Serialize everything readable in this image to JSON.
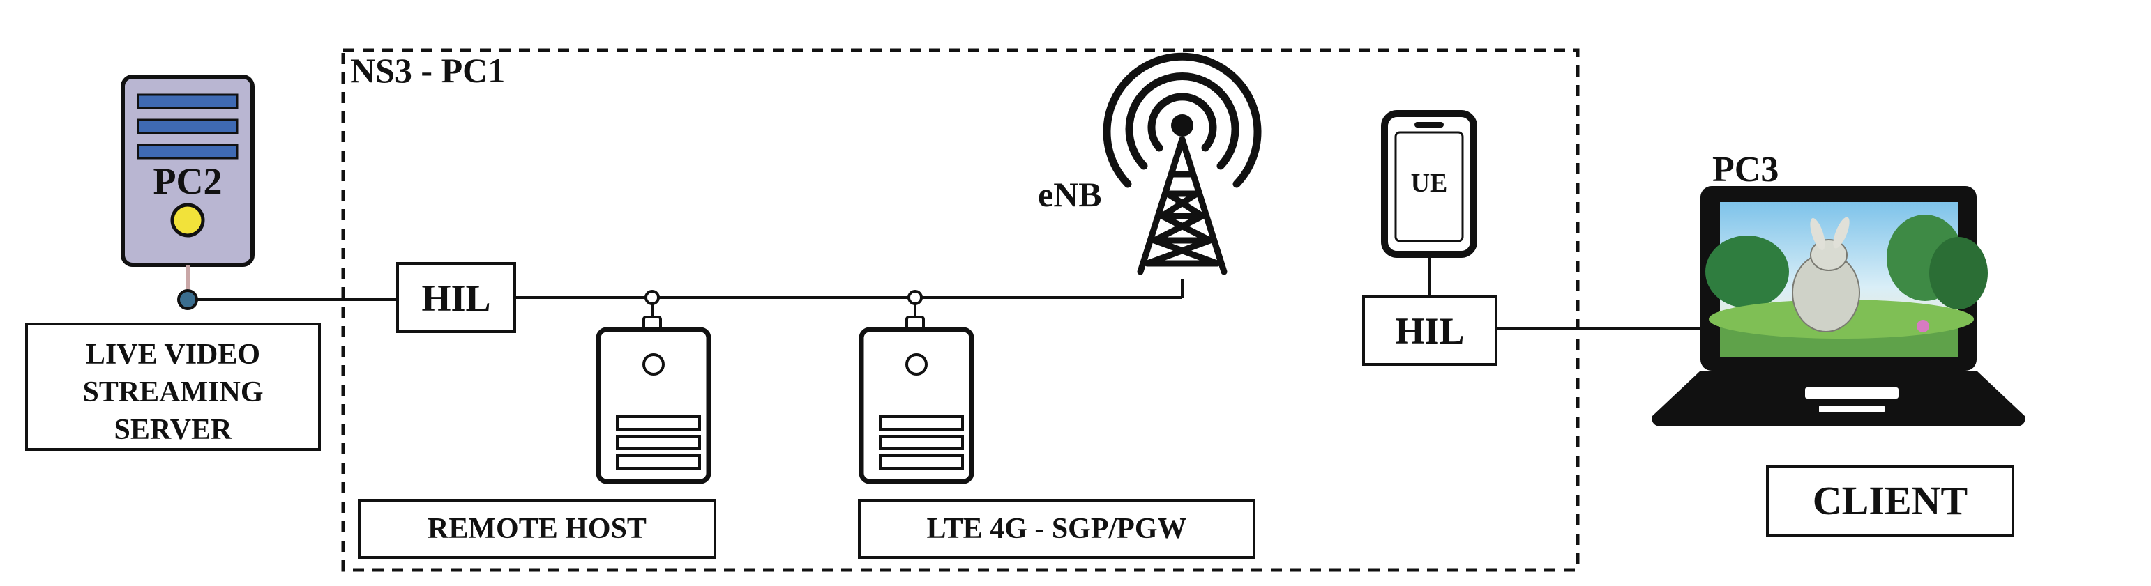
{
  "region": {
    "label": "NS3 - PC1"
  },
  "pc2": {
    "label": "PC2"
  },
  "server_box": {
    "line1": "LIVE VIDEO",
    "line2": "STREAMING",
    "line3": "SERVER"
  },
  "hil_left": {
    "label": "HIL"
  },
  "hil_right": {
    "label": "HIL"
  },
  "remote_host": {
    "label": "REMOTE HOST"
  },
  "lte_gateway": {
    "label": "LTE 4G - SGP/PGW"
  },
  "enb": {
    "label": "eNB"
  },
  "ue": {
    "label": "UE"
  },
  "pc3": {
    "label": "PC3"
  },
  "client": {
    "label": "CLIENT"
  },
  "colors": {
    "line": "#111111",
    "server_body": "#b9b6d2",
    "server_slot": "#3f6ab3",
    "server_led": "#f2e23a",
    "connector": "#3b6e8f"
  }
}
